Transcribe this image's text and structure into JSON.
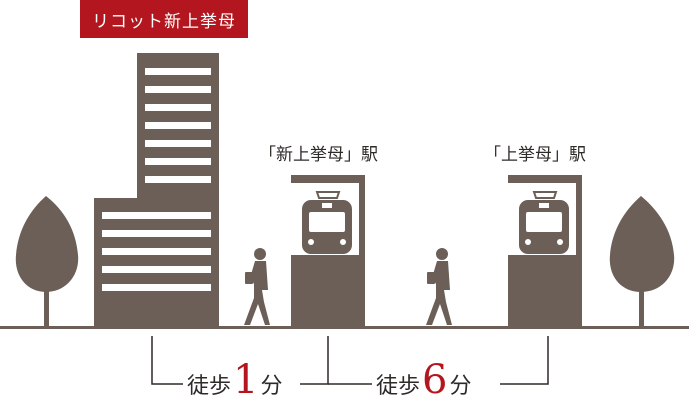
{
  "property_name": "リコット新上挙母",
  "stations": [
    {
      "label": "「新上挙母」駅"
    },
    {
      "label": "「上挙母」駅"
    }
  ],
  "walks": [
    {
      "word": "徒歩",
      "minutes": "1",
      "unit": "分"
    },
    {
      "word": "徒歩",
      "minutes": "6",
      "unit": "分"
    }
  ],
  "colors": {
    "accent": "#b3161e",
    "silhouette": "#6b5f58",
    "text": "#2e2a27"
  }
}
